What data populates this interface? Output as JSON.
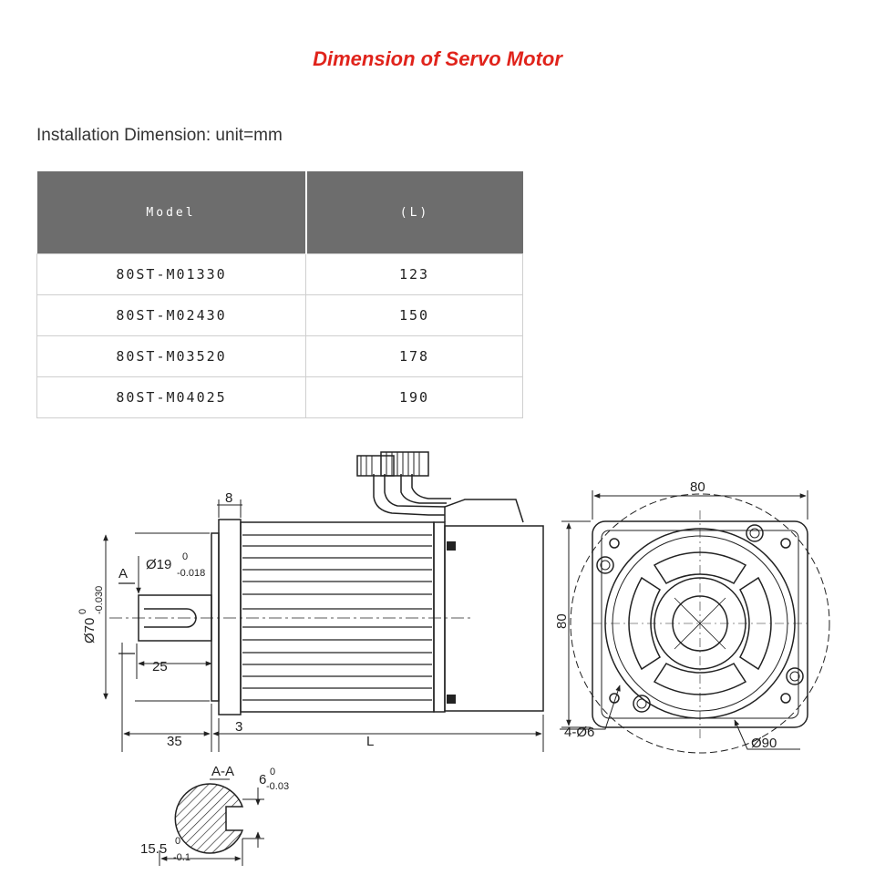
{
  "title": "Dimension of Servo Motor",
  "subtitle": "Installation Dimension: unit=mm",
  "table": {
    "headers": [
      "Model",
      "(L)"
    ],
    "rows": [
      {
        "model": "80ST-M01330",
        "length": "123"
      },
      {
        "model": "80ST-M02430",
        "length": "150"
      },
      {
        "model": "80ST-M03520",
        "length": "178"
      },
      {
        "model": "80ST-M04025",
        "length": "190"
      }
    ]
  },
  "drawing": {
    "side_view": {
      "flange_thickness": "8",
      "section_marker": "A",
      "shaft_diameter": "Ø19",
      "shaft_tol_upper": "0",
      "shaft_tol_lower": "-0.018",
      "pilot_diameter": "Ø70",
      "pilot_tol_upper": "0",
      "pilot_tol_lower": "-0.030",
      "key_length": "25",
      "shaft_length": "35",
      "flange_step": "3",
      "body_length": "L"
    },
    "front_view": {
      "width": "80",
      "height": "80",
      "holes": "4-Ø6",
      "bolt_circle": "Ø90"
    },
    "section_view": {
      "label": "A-A",
      "key_width": "6",
      "key_tol_upper": "0",
      "key_tol_lower": "-0.03",
      "key_depth": "15.5",
      "depth_tol_upper": "0",
      "depth_tol_lower": "-0.1"
    }
  }
}
